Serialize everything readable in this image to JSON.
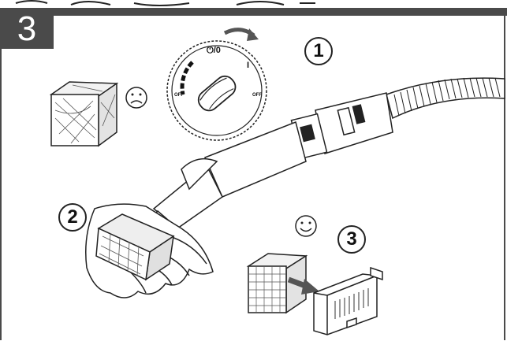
{
  "step": {
    "number": "3"
  },
  "badges": [
    {
      "label": "1"
    },
    {
      "label": "2"
    },
    {
      "label": "3"
    }
  ],
  "dial": {
    "top_mark": "⏻/0",
    "right_mark": "I",
    "left_off": "OFF",
    "right_off": "OFF"
  },
  "moods": {
    "dirty": "sad-face-icon",
    "clean": "smiley-face-icon"
  },
  "colors": {
    "tab": "#4a4a4a",
    "line": "#222222"
  }
}
